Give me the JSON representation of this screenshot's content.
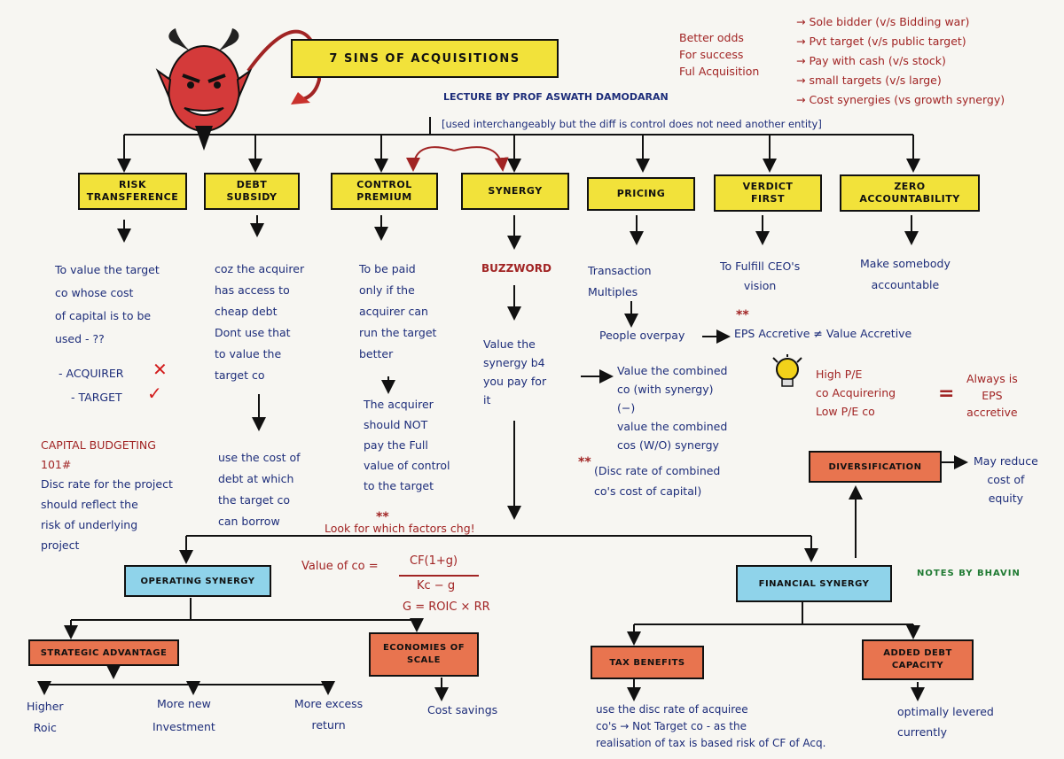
{
  "header": {
    "title": "7 SINS OF ACQUISITIONS",
    "lecture": "LECTURE BY PROF ASWATH DAMODARAN",
    "note": "[used interchangeably but the diff is control does not need another entity]"
  },
  "better_odds": {
    "label": "Better odds\nFor success\nFul Acquisition",
    "items": [
      "Sole bidder (v/s Bidding war)",
      "Pvt target (v/s public target)",
      "Pay with cash (v/s stock)",
      "small targets (v/s large)",
      "Cost synergies (vs growth synergy)"
    ]
  },
  "sins": [
    {
      "label": "RISK\nTRANSFERENCE"
    },
    {
      "label": "DEBT\nSUBSIDY"
    },
    {
      "label": "CONTROL\nPREMIUM"
    },
    {
      "label": "SYNERGY"
    },
    {
      "label": "PRICING"
    },
    {
      "label": "VERDICT\nFIRST"
    },
    {
      "label": "ZERO\nACCOUNTABILITY"
    }
  ],
  "notes": {
    "risk": "To value the target\nco whose cost\nof capital is to be\nused - ??",
    "acquirer": "- ACQUIRER",
    "target": "- TARGET",
    "cap_budget": "CAPITAL BUDGETING\n101#",
    "disc_rate": "Disc rate for the project\nshould reflect the\nrisk of underlying\nproject",
    "debt": "coz the acquirer\nhas access to\ncheap debt\nDont use that\nto value the\ntarget co",
    "debt2": "use the cost of\ndebt at which\nthe target co\ncan borrow",
    "control": "To be paid\nonly if the\nacquirer can\nrun the target\nbetter",
    "control2": "The acquirer\nshould NOT\npay the Full\nvalue of control\nto the target",
    "buzzword": "BUZZWORD",
    "synergy": "Value the\nsynergy b4\nyou pay for\nit",
    "pricing": "Transaction\nMultiples",
    "overpay": "People overpay",
    "eps": "EPS Accretive ≠ Value Accretive",
    "combined": "Value the combined\nco (with synergy)\n(−)\nvalue the combined\ncos (W/O) synergy",
    "disc_combined": "(Disc rate of combined\nco's cost of capital)",
    "verdict": "To Fulfill CEO's\nvision",
    "zero": "Make somebody\naccountable",
    "high_pe": "High P/E\nco Acquirering\nLow P/E co",
    "always": "Always is\nEPS\naccretive",
    "factors": "Look for which factors chg!",
    "value_label": "Value of co =",
    "numerator": "CF(1+g)",
    "denominator": "Kc − g",
    "growth": "G = ROIC × RR",
    "diversification": "DIVERSIFICATION",
    "div_note": "May reduce\ncost of\nequity",
    "notes_by": "NOTES BY BHAVIN",
    "stars": "**"
  },
  "branches": {
    "operating": "OPERATING SYNERGY",
    "financial": "FINANCIAL SYNERGY",
    "strategic": "STRATEGIC ADVANTAGE",
    "economies": "ECONOMIES OF\nSCALE",
    "tax": "TAX BENEFITS",
    "debt_cap": "ADDED DEBT\nCAPACITY",
    "roic": "Higher\nRoic",
    "invest": "More new\nInvestment",
    "excess": "More excess\nreturn",
    "cost_savings": "Cost savings",
    "tax_note": "use the disc rate of acquiree\nco's → Not Target co - as the\nrealisation of tax is based risk of CF of Acq.",
    "optimal": "optimally levered\ncurrently"
  },
  "colors": {
    "ink_blue": "#1d2d7a",
    "ink_red": "#a12424",
    "yellow": "#f2e23a",
    "cyan": "#8fd3ea",
    "orange": "#e8744f"
  },
  "icons": [
    "devil-icon",
    "lightbulb-icon"
  ]
}
